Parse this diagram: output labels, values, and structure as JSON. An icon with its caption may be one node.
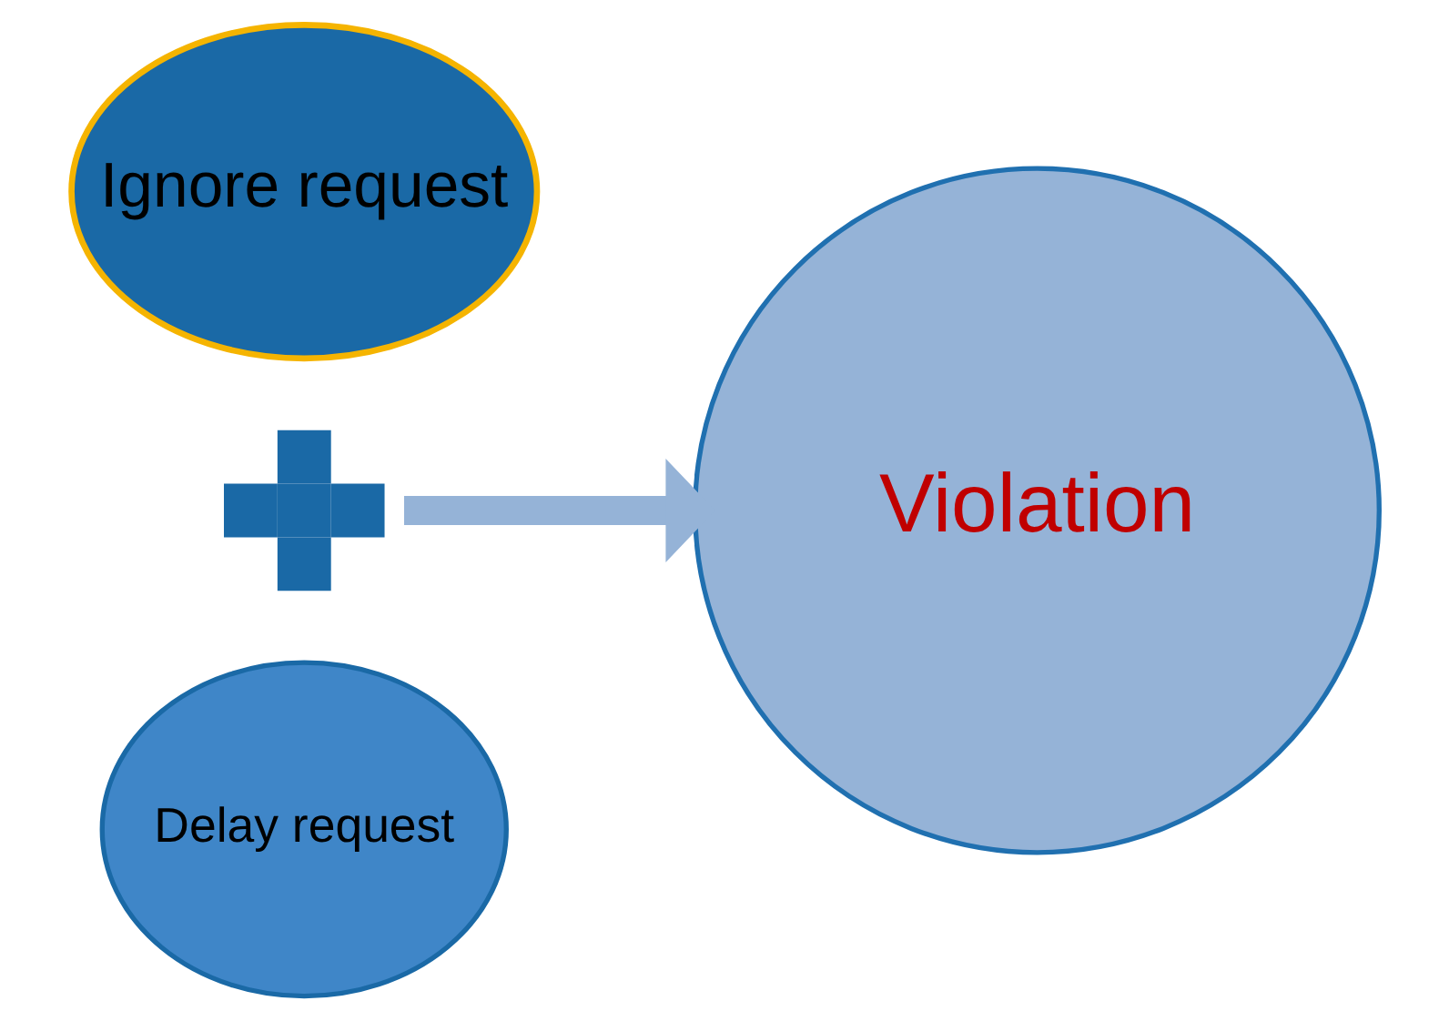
{
  "diagram": {
    "nodes": [
      {
        "text": [
          "Ignore request"
        ]
      },
      {
        "text": [],
        "shape": "plus"
      },
      {
        "text": [
          "Delay request"
        ]
      },
      {
        "text": [
          "Violation"
        ]
      }
    ],
    "edges": [
      {
        "from": 1,
        "to": 3,
        "arrow": "to",
        "color": "#95b3d7"
      }
    ]
  }
}
